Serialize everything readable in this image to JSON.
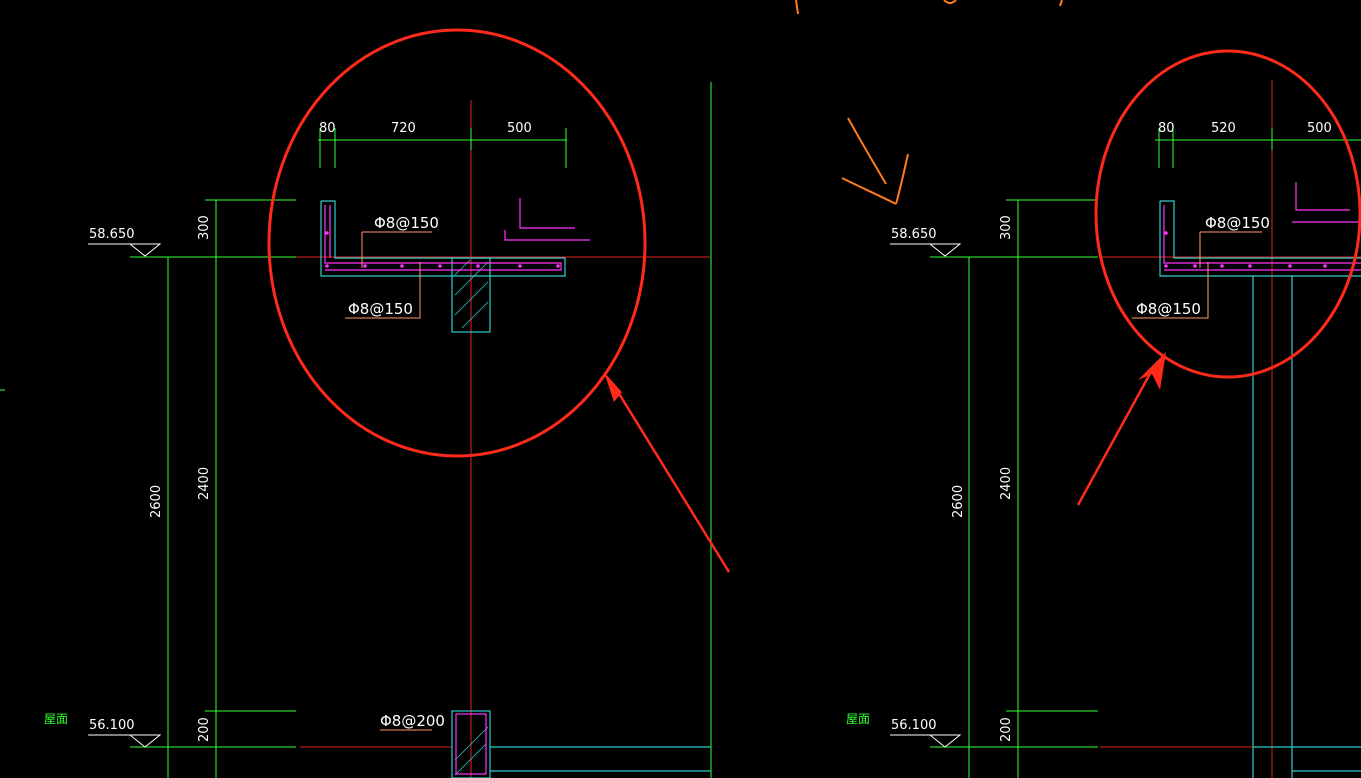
{
  "colors": {
    "background": "#000000",
    "dimension_line": "#33ff33",
    "axis_line": "#e02020",
    "concrete_outline": "#33cccc",
    "rebar": "#ff33ff",
    "leader": "#ff9966",
    "annotation_circle": "#ff2a1a",
    "annotation_arrow": "#ff2a1a",
    "hand_marks": "#ff7a1a"
  },
  "left_detail": {
    "top_dims": [
      "80",
      "720",
      "500"
    ],
    "rebar_labels": [
      "Φ8@150",
      "Φ8@150",
      "Φ8@200"
    ],
    "level_top": "58.650",
    "level_bottom": "56.100",
    "floor_label": "屋面",
    "vertical_dims": [
      "300",
      "2400",
      "2600",
      "200"
    ]
  },
  "right_detail": {
    "top_dims": [
      "80",
      "520",
      "500"
    ],
    "rebar_labels": [
      "Φ8@150",
      "Φ8@150"
    ],
    "level_top": "58.650",
    "level_bottom": "56.100",
    "floor_label": "屋面",
    "vertical_dims": [
      "300",
      "2400",
      "2600",
      "200"
    ]
  },
  "markup": {
    "circles": 2,
    "arrows": 2,
    "icon": "hand-drawn-arrow-icon"
  }
}
